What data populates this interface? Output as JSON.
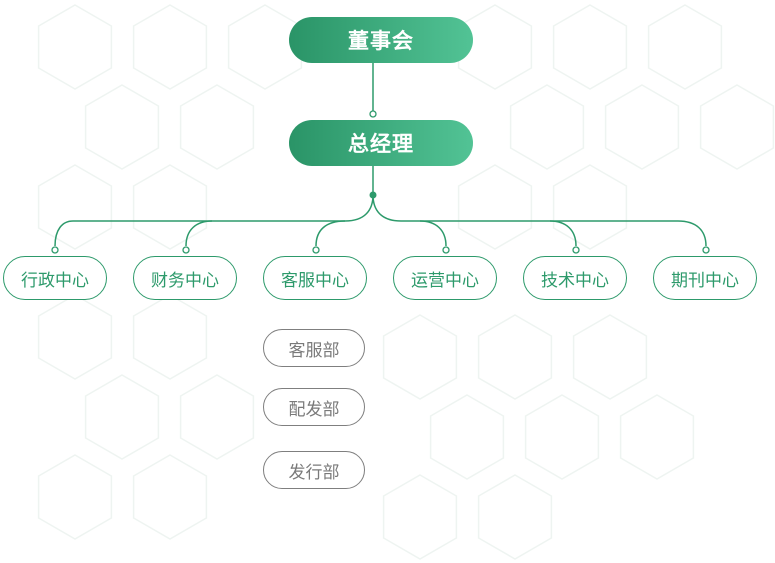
{
  "org": {
    "board": "董事会",
    "general_manager": "总经理",
    "centers": [
      "行政中心",
      "财务中心",
      "客服中心",
      "运营中心",
      "技术中心",
      "期刊中心"
    ],
    "departments": [
      "客服部",
      "配发部",
      "发行部"
    ]
  },
  "colors": {
    "primary_green": "#2d9a6b",
    "gradient_start": "#2a9467",
    "gradient_end": "#52c395",
    "dept_border": "#7f7f7f",
    "hexagon_pattern": "#eef4f1"
  }
}
